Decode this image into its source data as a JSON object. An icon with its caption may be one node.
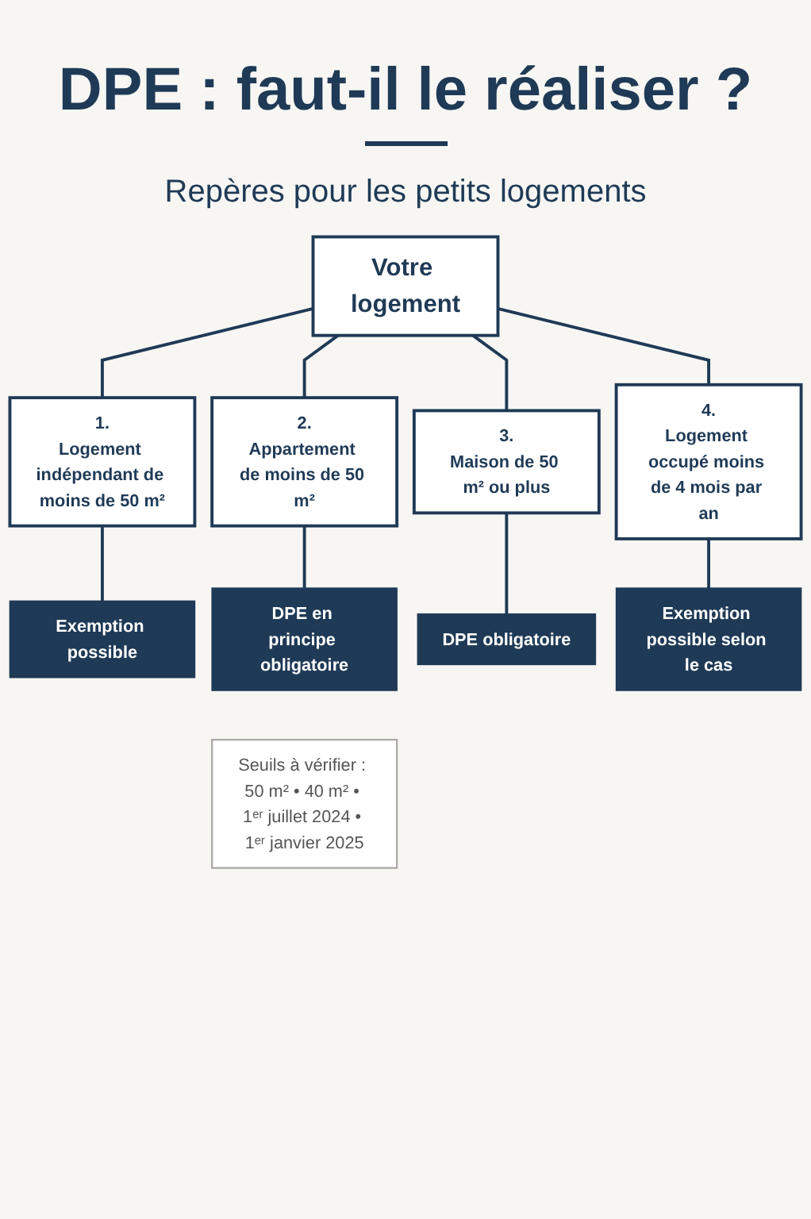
{
  "diagram": {
    "title": "DPE : faut-il le réaliser ?",
    "nodes": [
      {
        "text": [
          "Votre logement"
        ]
      },
      {
        "text": [
          "1.",
          "Logement indépendant de moins de 50 m²"
        ]
      },
      {
        "text": [
          "2.",
          "Appartement de moins de 50 m²"
        ]
      },
      {
        "text": [
          "3.",
          "Maison de 50 m² ou plus"
        ]
      },
      {
        "text": [
          "4.",
          "Logement occupé moins de 4 mois par an"
        ]
      },
      {
        "text": [
          "Exemption possible"
        ]
      },
      {
        "text": [
          "DPE en principe obligatoire"
        ]
      },
      {
        "text": [
          "DPE obligatoire"
        ]
      },
      {
        "text": [
          "Exemption possible selon le cas"
        ]
      },
      {
        "text": [
          "Seuils à vérifier : 50 m² • 40 m² • 1ᵉʳ juillet 2024 • 1ᵉʳ janvier 2025"
        ]
      }
    ],
    "edges": [
      {
        "from": 0,
        "to": 1,
        "arrow": "none"
      },
      {
        "from": 0,
        "to": 2,
        "arrow": "none"
      },
      {
        "from": 0,
        "to": 3,
        "arrow": "none"
      },
      {
        "from": 0,
        "to": 4,
        "arrow": "none"
      },
      {
        "from": 1,
        "to": 5,
        "arrow": "none"
      },
      {
        "from": 2,
        "to": 6,
        "arrow": "none"
      },
      {
        "from": 3,
        "to": 7,
        "arrow": "none"
      },
      {
        "from": 4,
        "to": 8,
        "arrow": "none"
      }
    ],
    "labels": [
      "Repères pour les petits logements"
    ]
  }
}
